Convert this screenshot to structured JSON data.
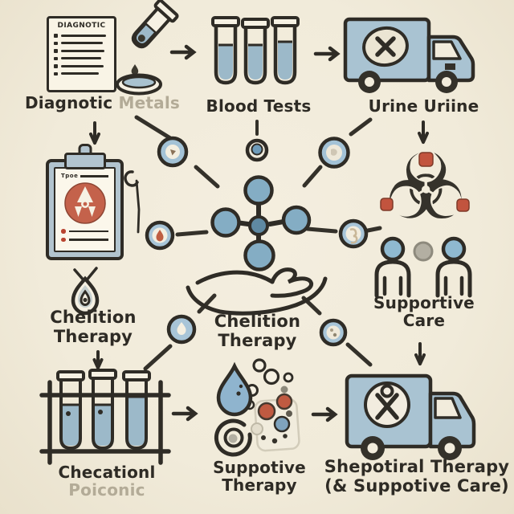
{
  "palette": {
    "background": "#f2ecdc",
    "outline": "#2f2c26",
    "truck_blue": "#a9c3d2",
    "node_blue": "#84adc4",
    "accent_red": "#c05a41",
    "faded_text": "#b3ab97",
    "gray": "#b3afa2"
  },
  "doc": {
    "title": "DIAGNOTIC"
  },
  "clipboard": {
    "header": "Tpoe"
  },
  "labels": {
    "diagnostic_main": "Diagnotic",
    "diagnostic_faded": "Metals",
    "blood": "Blood Tests",
    "urine": "Urine Uriine",
    "chelation_left_1": "Chelition",
    "chelation_left_2": "Therapy",
    "supportive_care_1": "Supportive",
    "supportive_care_2": "Care",
    "chelation_center_1": "Chelition",
    "chelation_center_2": "Therapy",
    "tubes_main": "Checationl",
    "tubes_faded": "Poiconic",
    "supportive_therapy_1": "Suppotive",
    "supportive_therapy_2": "Therapy",
    "transport_1": "Shepotiral Therapy",
    "transport_2": "(& Suppotive Care)"
  },
  "icons": {
    "biohazard_glyph": "☣",
    "names": [
      "diagnostic-checklist-icon",
      "dropper-tube-icon",
      "petri-dish-icon",
      "blood-test-tubes-icon",
      "transport-truck-icon",
      "right-arrow-icon",
      "down-arrow-icon",
      "clipboard-report-icon",
      "radiation-badge-icon",
      "pin-icon",
      "molecule-network-icon",
      "biohazard-icon",
      "supportive-care-people-icon",
      "iv-drop-pouch-icon",
      "open-hand-icon",
      "test-tube-rack-icon",
      "water-drop-icon",
      "swirl-icon",
      "medication-beads-icon"
    ]
  }
}
